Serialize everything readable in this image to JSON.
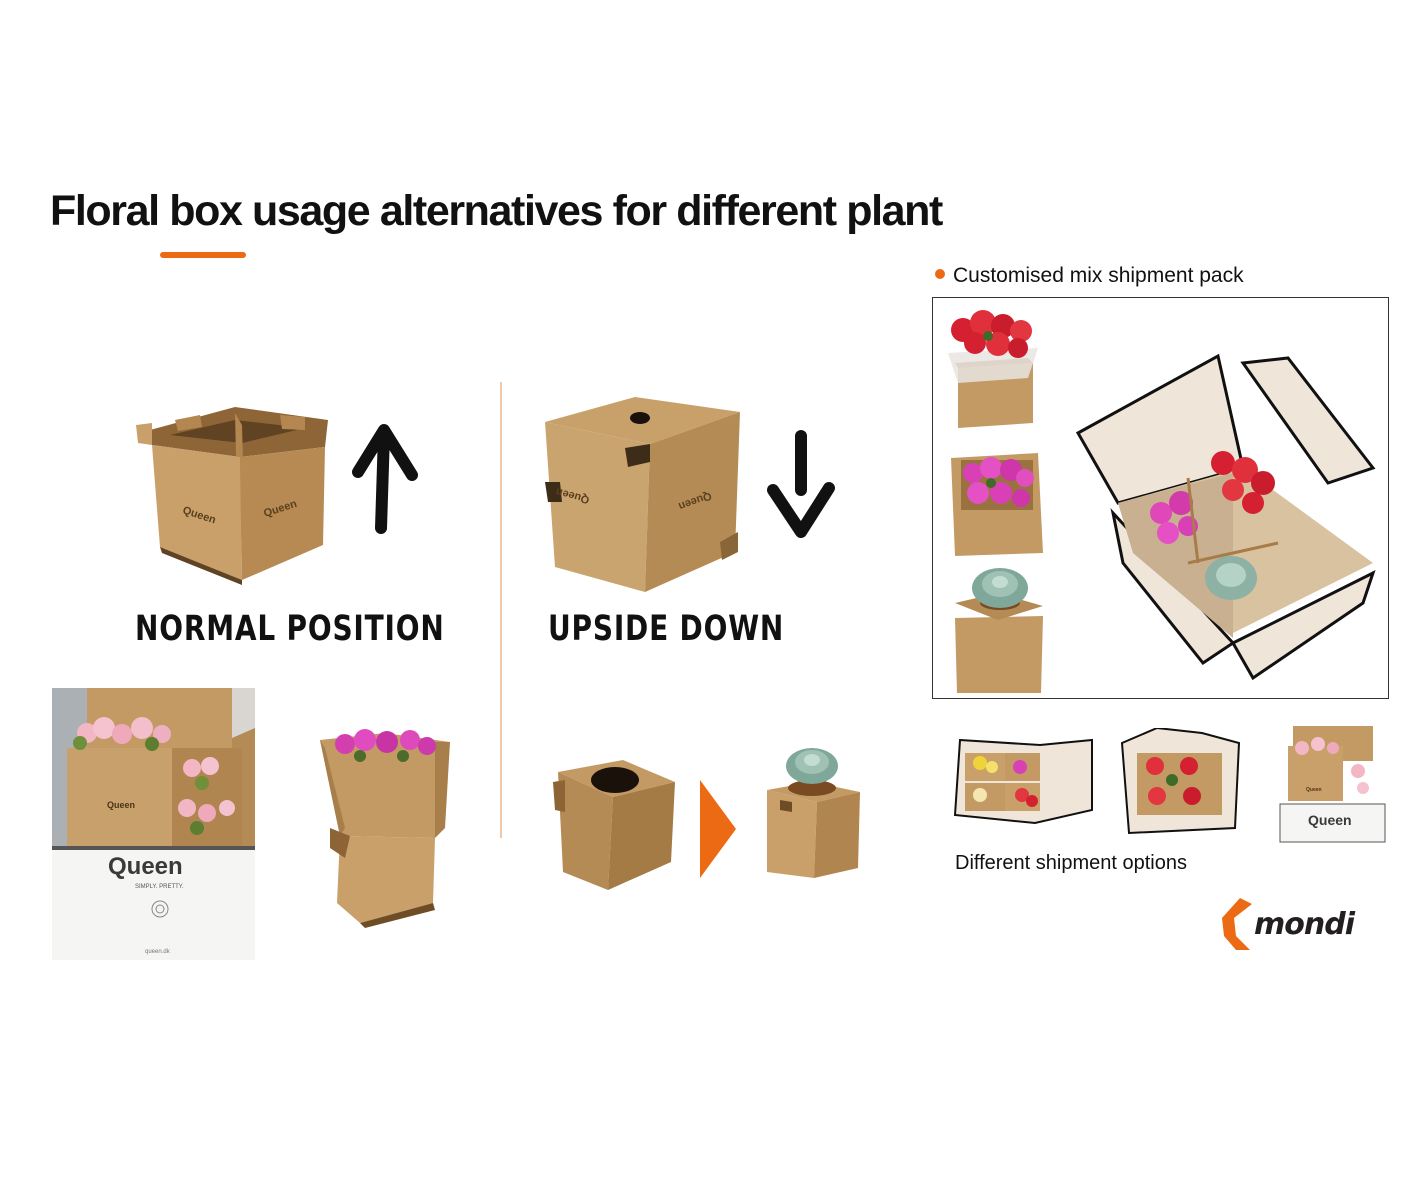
{
  "title": {
    "text": "Floral box usage alternatives for different plant"
  },
  "left": {
    "normal_label": "NORMAL POSITION",
    "upside_label": "UPSIDE DOWN",
    "box_brand": "Queen",
    "queen_carton": {
      "brand": "Queen",
      "slogan": "SIMPLY. PRETTY.",
      "url": "queen.dk"
    }
  },
  "right": {
    "bullet_text": "Customised mix shipment pack",
    "caption": "Different shipment options",
    "mini_brand": "Queen"
  },
  "logo": {
    "text": "mondi"
  },
  "colors": {
    "accent": "#ec6a14",
    "cardboard": "#c9a06a",
    "cardboard_dark": "#a77c48"
  },
  "icons": {
    "arrow_up": "arrow-up-icon",
    "arrow_down": "arrow-down-icon",
    "play": "play-triangle-icon"
  }
}
